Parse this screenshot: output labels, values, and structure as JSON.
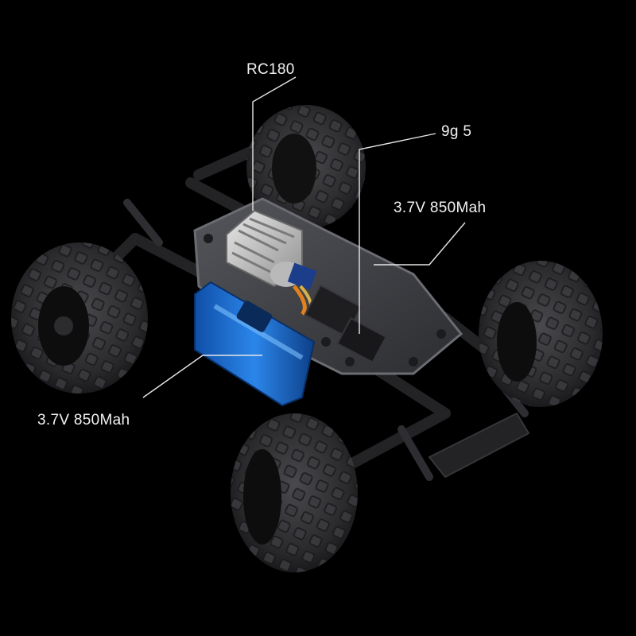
{
  "labels": {
    "motor": "RC180",
    "servo": "9g 5",
    "battery_top": "3.7V 850Mah",
    "battery_bottom": "3.7V 850Mah"
  },
  "colors": {
    "background": "#000000",
    "tire": "#2a2a2c",
    "chassis": "#3a3a3e",
    "battery": "#1f6fd1",
    "heatsink": "#c9c9c9",
    "leader_line": "#e6e6e6"
  }
}
